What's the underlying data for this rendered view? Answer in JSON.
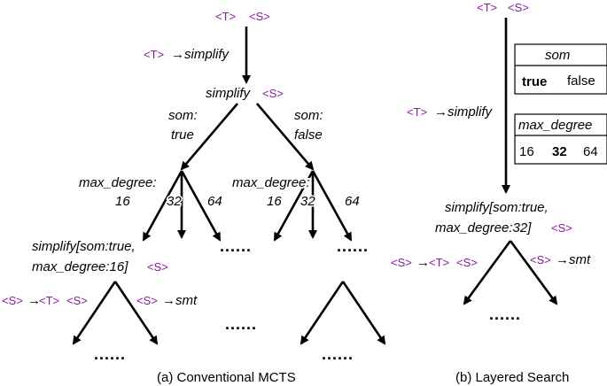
{
  "colors": {
    "tag": "#8a1c9e",
    "highlight": "#3a3fe0",
    "line": "#000000"
  },
  "tags": {
    "T": "<T>",
    "S": "<S>",
    "arrow": "→"
  },
  "mcts": {
    "root_T": "<T>",
    "root_S": "<S>",
    "edge1_T": "<T>",
    "edge1_arrow": "→",
    "edge1_word": "simplify",
    "node1_word": "simplify",
    "node1_S": "<S>",
    "som_left_1": "som:",
    "som_left_2": "true",
    "som_right_1": "som:",
    "som_right_2": "false",
    "md_left_label": "max_degree:",
    "md_right_label": "max_degree:",
    "md_vals": [
      "16",
      "32",
      "64"
    ],
    "leaf_line1": "simplify[som:true,",
    "leaf_line2": "max_degree:16]",
    "leaf_S": "<S>",
    "l_edge_S": "<S>",
    "l_edge_arrow1": "→",
    "l_edge_T": "<T>",
    "l_edge_S2": "<S>",
    "r_edge_S": "<S>",
    "r_edge_arrow": "→",
    "r_edge_word": "smt",
    "dots": "......",
    "caption": "(a) Conventional MCTS"
  },
  "layered": {
    "root_T": "<T>",
    "root_S": "<S>",
    "som_header": "som",
    "som_true": "true",
    "som_false": "false",
    "md_header": "max_degree",
    "md_vals": [
      "16",
      "32",
      "64"
    ],
    "edge_T": "<T>",
    "edge_arrow": "→",
    "edge_word": "simplify",
    "node_line1": "simplify[som:true,",
    "node_line2": "max_degree:32]",
    "node_S": "<S>",
    "l_edge_S": "<S>",
    "l_edge_arrow": "→",
    "l_edge_T": "<T>",
    "l_edge_S2": "<S>",
    "r_edge_S": "<S>",
    "r_edge_arrow": "→",
    "r_edge_word": "smt",
    "dots": "......",
    "caption": "(b) Layered Search"
  }
}
